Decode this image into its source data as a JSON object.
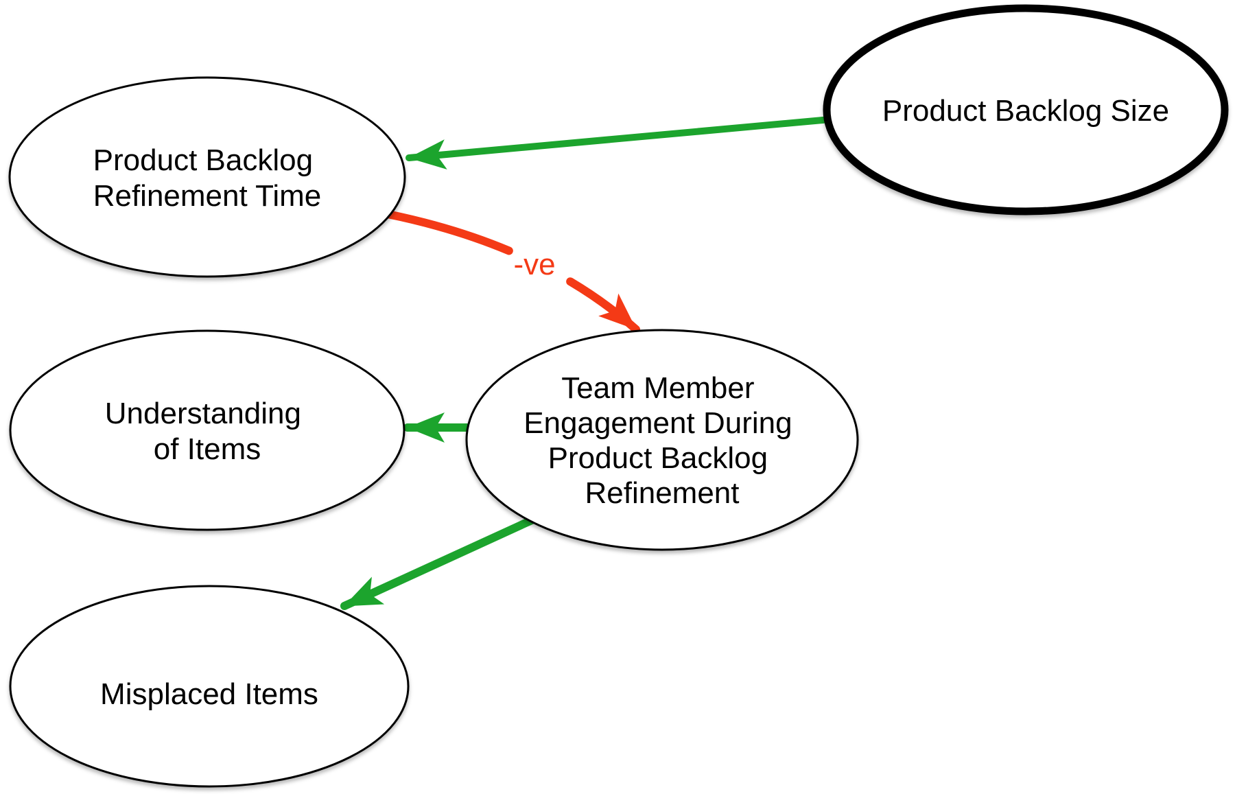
{
  "diagram": {
    "title": "Product Backlog causal diagram",
    "colors": {
      "positive_edge": "#1CA42D",
      "negative_edge": "#F43A16",
      "node_border": "#000000",
      "node_fill": "#ffffff",
      "text": "#000000"
    },
    "nodes": {
      "product_backlog_size": {
        "label": "Product Backlog Size",
        "lines": [
          "Product Backlog Size"
        ],
        "emphasized": true
      },
      "product_backlog_refinement_time": {
        "label": "Product Backlog Refinement Time",
        "lines": [
          "Product Backlog",
          "Refinement Time"
        ],
        "emphasized": false
      },
      "team_member_engagement": {
        "label": "Team Member Engagement During Product Backlog Refinement",
        "lines": [
          "Team Member",
          "Engagement During",
          "Product Backlog",
          "Refinement"
        ],
        "emphasized": false
      },
      "understanding_of_items": {
        "label": "Understanding of Items",
        "lines": [
          "Understanding",
          "of Items"
        ],
        "emphasized": false
      },
      "misplaced_items": {
        "label": "Misplaced Items",
        "lines": [
          "Misplaced Items"
        ],
        "emphasized": false
      }
    },
    "edges": [
      {
        "from": "Product Backlog Size",
        "to": "Product Backlog Refinement Time",
        "color": "green",
        "style": "straight",
        "label": ""
      },
      {
        "from": "Product Backlog Refinement Time",
        "to": "Team Member Engagement During Product Backlog Refinement",
        "color": "red",
        "style": "curved-with-gap",
        "label": "-ve"
      },
      {
        "from": "Team Member Engagement During Product Backlog Refinement",
        "to": "Understanding of Items",
        "color": "green",
        "style": "straight",
        "label": ""
      },
      {
        "from": "Team Member Engagement During Product Backlog Refinement",
        "to": "Misplaced Items",
        "color": "green",
        "style": "straight",
        "label": ""
      }
    ]
  }
}
